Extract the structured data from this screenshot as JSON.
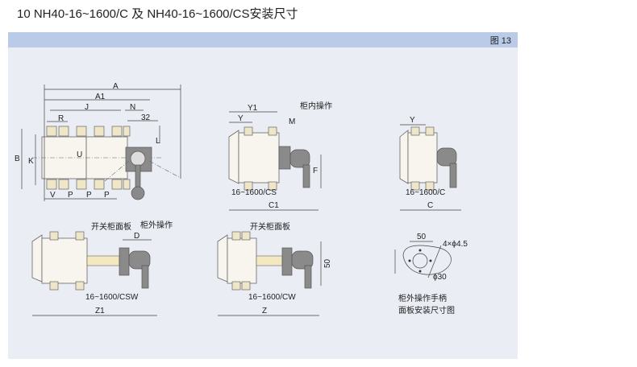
{
  "title": "10 NH40-16~1600/C 及 NH40-16~1600/CS安装尺寸",
  "figure_label": "图 13",
  "front_view": {
    "A": "A",
    "A1": "A1",
    "J": "J",
    "N": "N",
    "R": "R",
    "d32": "32",
    "B": "B",
    "K": "K",
    "U": "U",
    "L": "L",
    "V": "V",
    "P": [
      "P",
      "P",
      "P"
    ]
  },
  "side_inner": {
    "Y1": "Y1",
    "Y": "Y",
    "caption": "柜内操作",
    "M": "M",
    "model": "16~1600/CS",
    "C1": "C1",
    "F": "F"
  },
  "side_basic": {
    "Y": "Y",
    "model": "16~1600/C",
    "C": "C"
  },
  "outer_csw": {
    "panel_label": "开关柜面板",
    "caption": "柜外操作",
    "D": "D",
    "model": "16~1600/CSW",
    "Z1": "Z1"
  },
  "outer_cw": {
    "panel_label": "开关柜面板",
    "d50": "50",
    "model": "16~1600/CW",
    "Z": "Z"
  },
  "panel_cutout": {
    "d50": "50",
    "holes": "4×ϕ4.5",
    "phi30": "ϕ30",
    "caption_line1": "柜外操作手柄",
    "caption_line2": "面板安装尺寸图"
  }
}
